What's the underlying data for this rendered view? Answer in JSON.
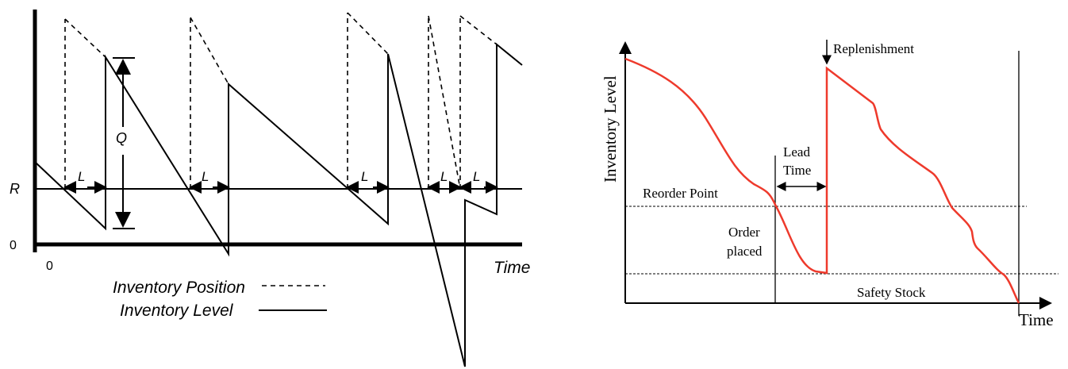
{
  "left_diagram": {
    "axis": {
      "y_marks": [
        "R",
        "0"
      ],
      "x_origin": "0",
      "x_label": "Time"
    },
    "lead_time_symbol": "L",
    "order_quantity_symbol": "Q",
    "legend": [
      {
        "label": "Inventory Position",
        "style": "dashed"
      },
      {
        "label": "Inventory Level",
        "style": "solid"
      }
    ]
  },
  "right_diagram": {
    "y_label": "Inventory Level",
    "x_label": "Time",
    "labels": {
      "replenishment": "Replenishment",
      "lead_time_line1": "Lead",
      "lead_time_line2": "Time",
      "reorder_point": "Reorder Point",
      "order_line1": "Order",
      "order_line2": "placed",
      "safety_stock": "Safety Stock"
    },
    "colors": {
      "curve": "#ee3a2c",
      "axis": "#000000"
    }
  }
}
